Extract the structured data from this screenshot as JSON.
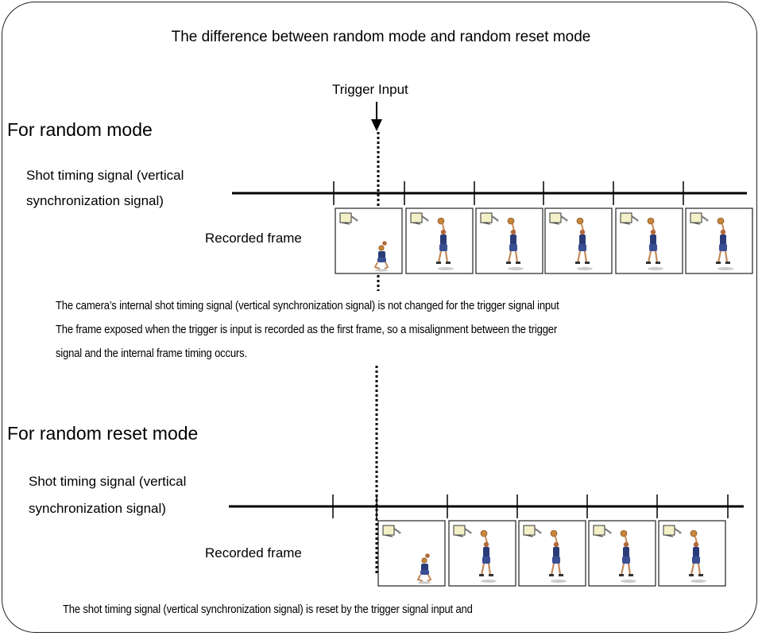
{
  "title": "The difference between random mode and random reset mode",
  "trigger_label": "Trigger Input",
  "random_mode": {
    "heading": "For random mode",
    "signal_label_line1": "Shot timing signal (vertical",
    "signal_label_line2": "synchronization signal)",
    "recorded_label": "Recorded frame",
    "note_line1": "The camera’s internal shot timing signal (vertical synchronization signal) is not changed for the trigger signal input",
    "note_line2": "The frame exposed when the trigger is input is recorded as the first frame, so a misalignment between the trigger",
    "note_line3": "signal and the internal frame timing occurs."
  },
  "random_reset_mode": {
    "heading": "For random reset mode",
    "signal_label_line1": "Shot timing signal (vertical",
    "signal_label_line2": "synchronization signal)",
    "recorded_label": "Recorded frame",
    "note_line1": "The shot timing signal (vertical synchronization signal) is reset by the trigger signal input and"
  },
  "frame_image_icon": "basketball-player-frame-icon"
}
